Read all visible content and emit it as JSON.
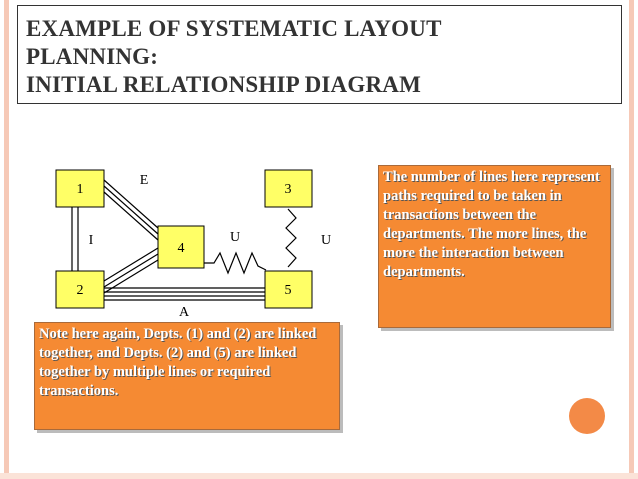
{
  "title": {
    "lines": [
      "EXAMPLE OF SYSTEMATIC LAYOUT",
      "PLANNING:",
      "INITIAL RELATIONSHIP DIAGRAM"
    ]
  },
  "diagram": {
    "departments": [
      {
        "id": "dept-1",
        "label": "1"
      },
      {
        "id": "dept-2",
        "label": "2"
      },
      {
        "id": "dept-3",
        "label": "3"
      },
      {
        "id": "dept-4",
        "label": "4"
      },
      {
        "id": "dept-5",
        "label": "5"
      }
    ],
    "relationship_labels": {
      "e": "E",
      "i": "I",
      "u_left": "U",
      "u_right": "U",
      "a": "A"
    },
    "colors": {
      "department_fill": "#ffff66",
      "note_fill": "#f58a33",
      "accent_circle": "#f38a47"
    }
  },
  "notes": {
    "right_text": "The number of lines here represent paths required to be taken in transactions between the departments.  The more lines, the more the interaction between departments.",
    "left_text": "Note here again, Depts. (1) and (2) are linked together, and Depts. (2) and (5) are linked together by multiple lines or required transactions."
  }
}
